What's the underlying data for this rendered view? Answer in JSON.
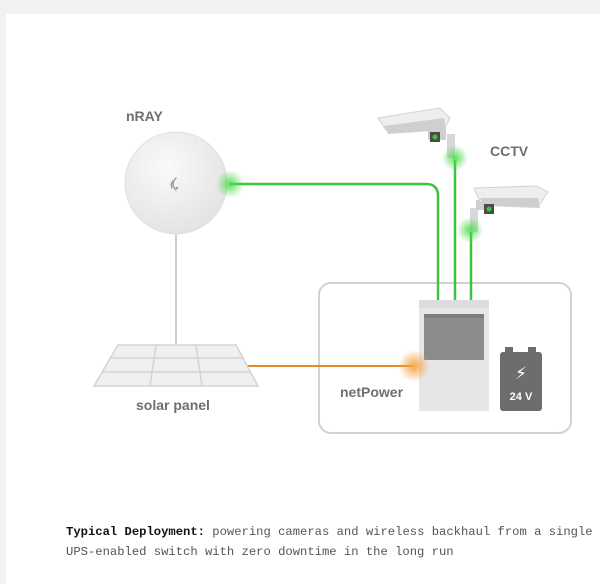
{
  "labels": {
    "nray": "nRAY",
    "cctv": "CCTV",
    "solar_panel": "solar panel",
    "netpower": "netPower",
    "battery_voltage": "24 V"
  },
  "icons": {
    "battery_bolt": "⚡"
  },
  "caption": {
    "lead": "Typical Deployment:",
    "text": " powering cameras and wireless backhaul from a single UPS-enabled switch with zero downtime in the long run"
  },
  "colors": {
    "poe_link": "#3cc43c",
    "solar_link": "#e58a2c",
    "device_grey": "#e4e4e4",
    "outline": "#cfcfcf"
  }
}
